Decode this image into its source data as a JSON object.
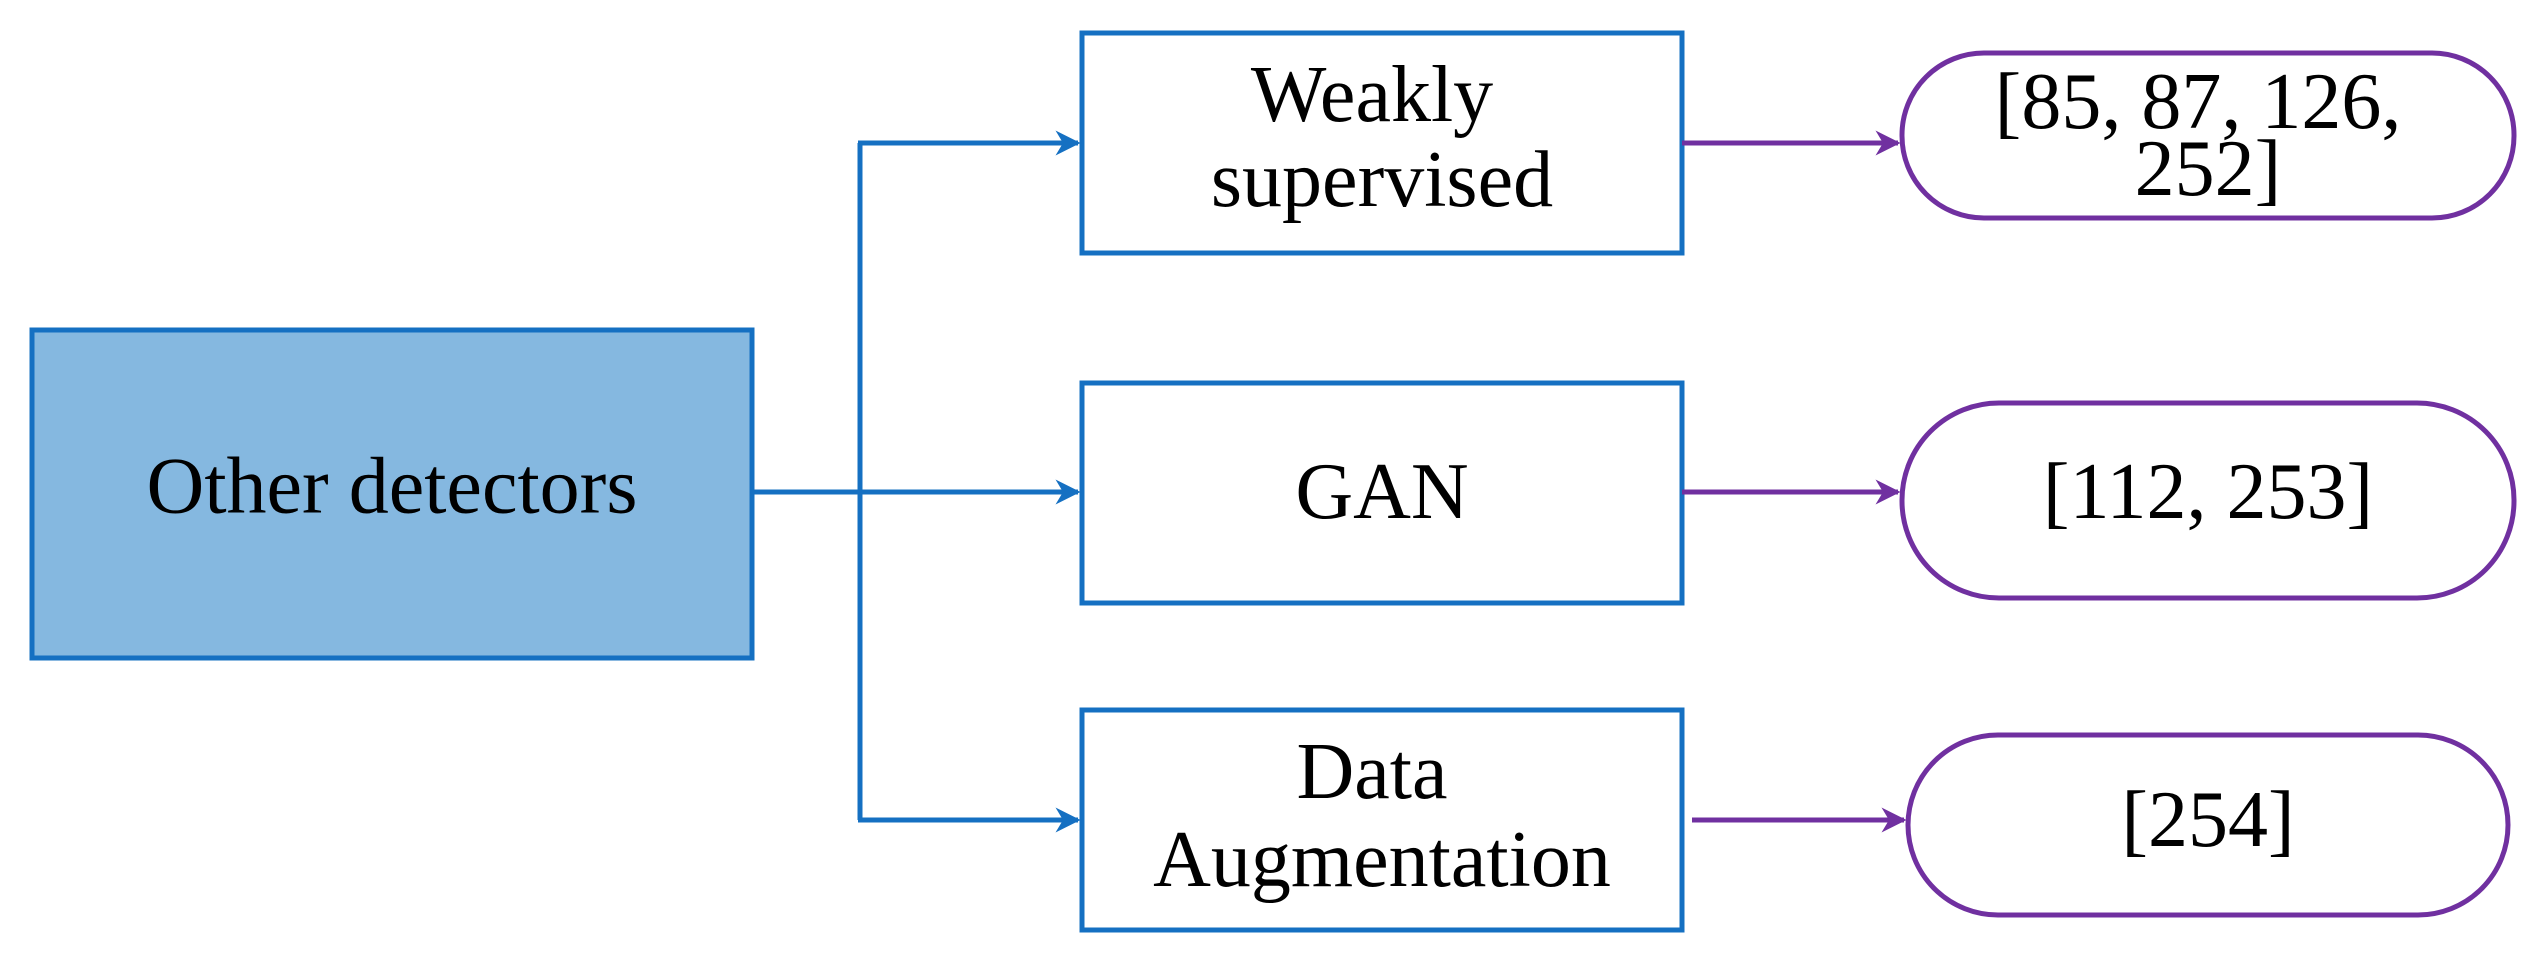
{
  "root": {
    "label": "Other detectors"
  },
  "categories": [
    {
      "lines": [
        "Weakly",
        "supervised"
      ],
      "refs_lines": [
        "[85, 87, 126,",
        "252]"
      ]
    },
    {
      "lines": [
        "GAN"
      ],
      "refs_lines": [
        "[112, 253]"
      ]
    },
    {
      "lines": [
        "Data",
        "Augmentation"
      ],
      "refs_lines": [
        "[254]"
      ]
    }
  ],
  "colors": {
    "root_fill": "#85b8e0",
    "blue": "#1570c2",
    "purple": "#7030a0",
    "background": "#ffffff",
    "text": "#000000"
  }
}
